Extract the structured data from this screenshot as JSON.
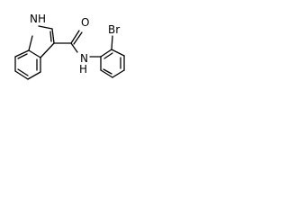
{
  "structure": {
    "labels": {
      "nh": "NH",
      "o": "O",
      "n": "N",
      "h": "H",
      "br": "Br"
    }
  }
}
